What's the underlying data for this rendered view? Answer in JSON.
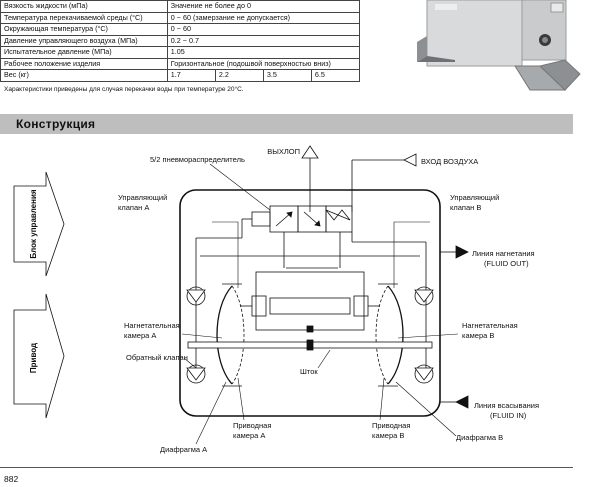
{
  "specs": {
    "rows": [
      {
        "label": "Вязкость жидкости (мПа)",
        "value": "Значение не более до 0"
      },
      {
        "label": "Температура перекачиваемой среды (°C)",
        "value": "0 ~ 60  (замерзание не допускается)"
      },
      {
        "label": "Окружающая температура (°C)",
        "value": "0 ~ 60"
      },
      {
        "label": "Давление управляющего воздуха (МПа)",
        "value": "0.2 ~ 0.7"
      },
      {
        "label": "Испытательное давление (МПа)",
        "value": "1.05"
      },
      {
        "label": "Рабочее положение изделия",
        "value": "Горизонтальное (подошвой поверхностью вниз)"
      }
    ],
    "weight_label": "Вес (кг)",
    "weights": [
      "1.7",
      "2.2",
      "3.5",
      "6.5"
    ]
  },
  "note": "Характеристики приведены для случая перекачки воды при температуре 20°C.",
  "section_title": "Конструкция",
  "diagram": {
    "pilot_valve": "5/2 пневмораспределитель",
    "exhaust": "ВЫХЛОП",
    "air_inlet": "ВХОД ВОЗДУХА",
    "control_valve_a": [
      "Управляющий",
      "клапан A"
    ],
    "control_valve_b": [
      "Управляющий",
      "клапан B"
    ],
    "discharge_line": [
      "Линия нагнетания",
      "(FLUID OUT)"
    ],
    "pump_chamber_a": [
      "Нагнетательная",
      "камера A"
    ],
    "pump_chamber_b": [
      "Нагнетательная",
      "камера B"
    ],
    "check_valve": "Обратный клапан",
    "shaft": "Шток",
    "suction_line": [
      "Линия всасывания",
      "(FLUID IN)"
    ],
    "drive_chamber_a": [
      "Приводная",
      "камера A"
    ],
    "drive_chamber_b": [
      "Приводная",
      "камера B"
    ],
    "diaphragm_a": "Диафрагма A",
    "diaphragm_b": "Диафрагма B",
    "control_block": "Блок управления",
    "drive": "Привод"
  },
  "page_number": "882"
}
